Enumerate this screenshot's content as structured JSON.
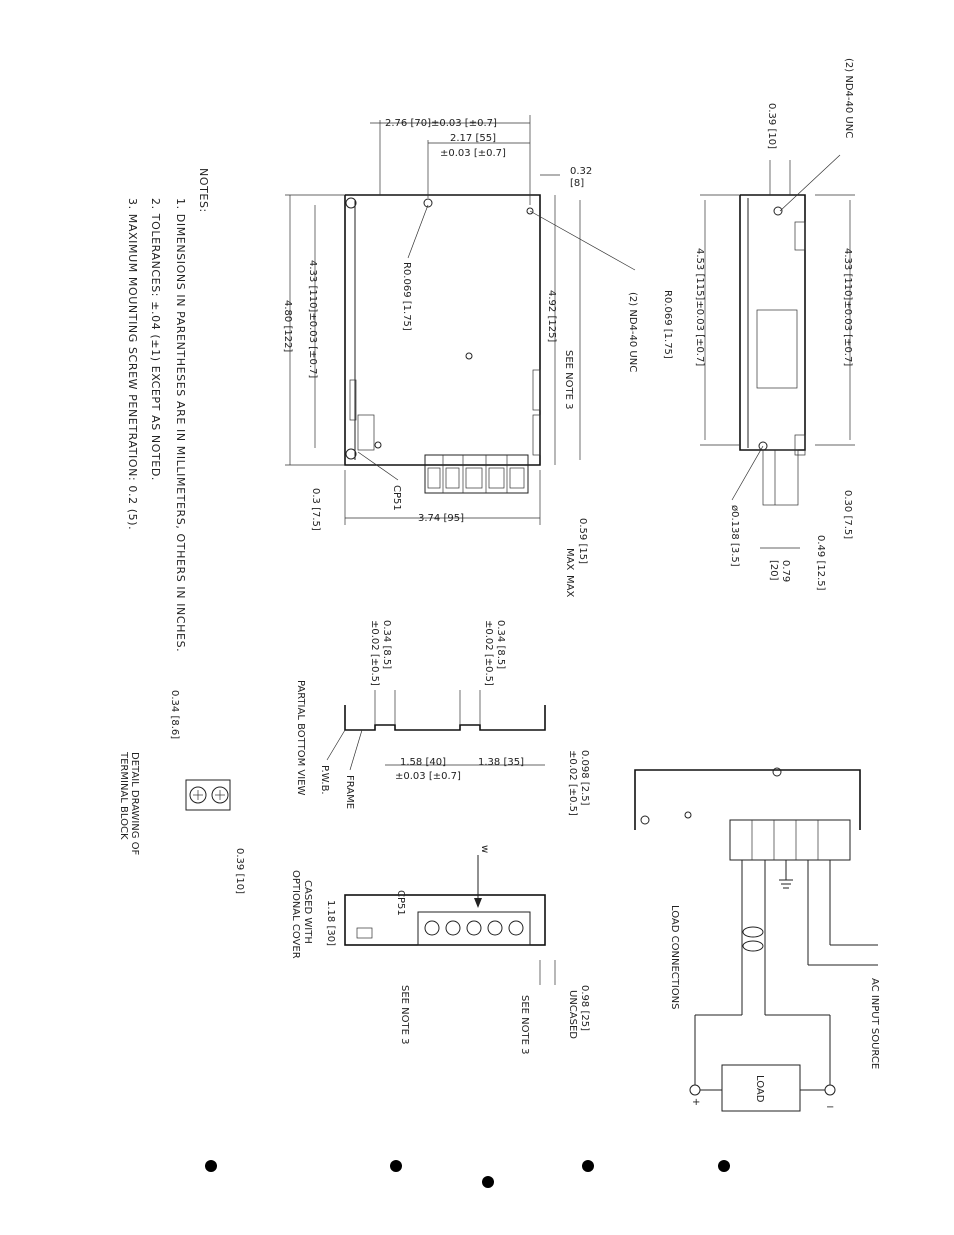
{
  "notes": {
    "header": "NOTES:",
    "items": [
      "1. DIMENSIONS IN PARENTHESES ARE IN MILLIMETERS, OTHERS IN INCHES.",
      "2. TOLERANCES: ±.04 (±1) EXCEPT AS NOTED.",
      "3. MAXIMUM MOUNTING SCREW PENETRATION: 0.2 (5)."
    ]
  },
  "top_view": {
    "dim_276": "2.76 [70]±0.03 [±0.7]",
    "dim_217": "2.17 [55]",
    "dim_217_tol": "±0.03 [±0.7]",
    "dim_032": "0.32",
    "dim_032_mm": "[8]",
    "dim_433": "4.33 [110]±0.03 [±0.7]",
    "dim_480": "4.80 [122]",
    "dim_492": "4.92 [125]",
    "see_note": "SEE NOTE 3",
    "dim_374": "3.74 [95]",
    "dim_03": "0.3 [7.5]",
    "dim_059": "0.59 [15]",
    "max1": "MAX",
    "max2": "MAX",
    "r0069": "R0.069 [1.75]",
    "nd440": "(2) ND4-40 UNC",
    "cp51": "CP51"
  },
  "side_view": {
    "nd440": "(2) ND4-40 UNC",
    "dim_039": "0.39 [10]",
    "r0069": "R0.069 [1.75]",
    "dim_453": "4.53 [115]±0.03 [±0.7]",
    "dim_433": "4.33 [110]±0.03 [±0.7]",
    "dim_030": "0.30 [7.5]",
    "dim_049": "0.49 [12.5]",
    "dim_079": "0.79",
    "dim_079_mm": "[20]",
    "hole": "ø0.138 [3.5]"
  },
  "bottom_view": {
    "dim_034a": "0.34 [8.5]",
    "dim_034a_tol": "±0.02 [±0.5]",
    "dim_034b": "0.34 [8.5]",
    "dim_034b_tol": "±0.02 [±0.5]",
    "dim_0098": "0.098 [2.5]",
    "dim_0098_tol": "±0.02 [±0.5]",
    "dim_158": "1.58 [40]",
    "dim_158_tol": "±0.03 [±0.7]",
    "dim_138": "1.38 [35]",
    "title": "PARTIAL BOTTOM VIEW",
    "pwb": "P.W.B.",
    "frame": "FRAME"
  },
  "terminal_detail": {
    "dim_034": "0.34 [8.6]",
    "dim_039": "0.39 [10]",
    "title1": "DETAIL DRAWING OF",
    "title2": "TERMINAL BLOCK"
  },
  "cased_view": {
    "dim_118": "1.18 [30]",
    "cased1": "CASED WITH",
    "cased2": "OPTIONAL COVER",
    "cp51": "CP51",
    "see_note_a": "SEE NOTE 3",
    "see_note_b": "SEE NOTE 3",
    "dim_098": "0.98 [25]",
    "uncased": "UNCASED",
    "arrow_label": "w"
  },
  "wiring": {
    "load_connections": "LOAD CONNECTIONS",
    "ac_input": "AC INPUT SOURCE",
    "load": "LOAD",
    "plus": "+",
    "minus": "−"
  }
}
